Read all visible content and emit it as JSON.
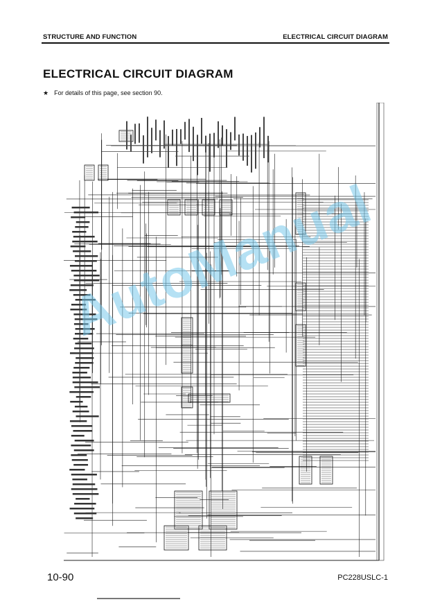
{
  "header": {
    "left": "STRUCTURE AND FUNCTION",
    "right": "ELECTRICAL CIRCUIT DIAGRAM"
  },
  "title": "ELECTRICAL CIRCUIT DIAGRAM",
  "note": {
    "marker": "★",
    "text": "For details of this page, see section 90."
  },
  "watermark": "AutoManual",
  "footer": {
    "page_number": "10-90",
    "document_code": "PC228USLC-1"
  }
}
